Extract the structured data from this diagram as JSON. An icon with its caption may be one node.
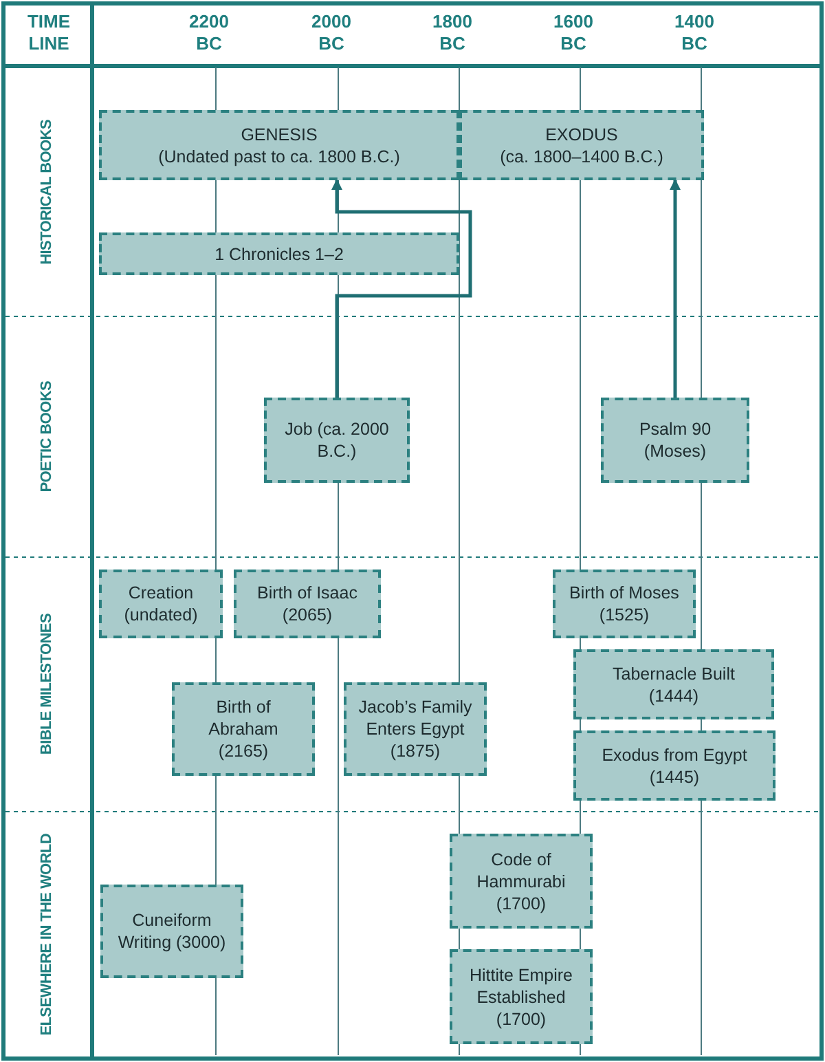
{
  "diagram": {
    "nodes": [
      {
        "text": [
          "GENESIS",
          "(Undated past to ca. 1800 B.C.)"
        ]
      },
      {
        "text": [
          "EXODUS",
          "(ca. 1800–1400 B.C.)"
        ]
      },
      {
        "text": [
          "1 Chronicles 1–2"
        ]
      },
      {
        "text": [
          "Job (ca. 2000 B.C.)"
        ]
      },
      {
        "text": [
          "Psalm 90 (Moses)"
        ]
      },
      {
        "text": [
          "Creation (undated)"
        ]
      },
      {
        "text": [
          "Birth of Isaac (2065)"
        ]
      },
      {
        "text": [
          "Birth of Moses (1525)"
        ]
      },
      {
        "text": [
          "Birth of Abraham (2165)"
        ]
      },
      {
        "text": [
          "Jacob’s Family Enters Egypt (1875)"
        ]
      },
      {
        "text": [
          "Tabernacle Built (1444)"
        ]
      },
      {
        "text": [
          "Exodus from Egypt (1445)"
        ]
      },
      {
        "text": [
          "Code of Hammurabi (1700)"
        ]
      },
      {
        "text": [
          "Cuneiform Writing (3000)"
        ]
      },
      {
        "text": [
          "Hittite Empire Established (1700)"
        ]
      }
    ],
    "edges": [
      {
        "from": 3,
        "to": 0,
        "arrow": "to"
      },
      {
        "from": 4,
        "to": 1,
        "arrow": "to"
      }
    ],
    "labels": [
      "TIME LINE",
      "2200 BC",
      "2000 BC",
      "1800 BC",
      "1600 BC",
      "1400 BC",
      "HISTORICAL BOOKS",
      "POETIC BOOKS",
      "BIBLE MILESTONES",
      "ELSEWHERE IN THE WORLD"
    ]
  }
}
